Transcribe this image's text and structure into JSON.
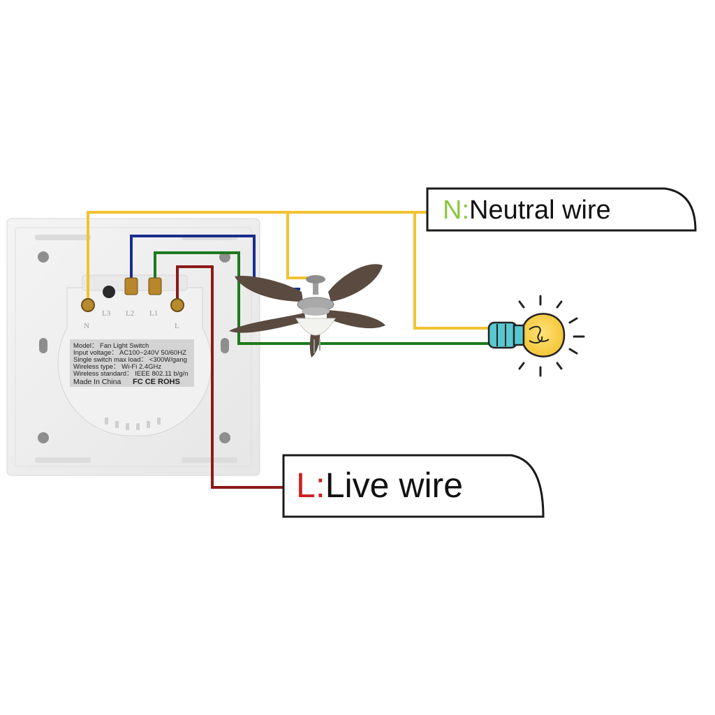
{
  "switch": {
    "terminals": {
      "n": "N",
      "l3": "L3",
      "l2": "L2",
      "l1": "L1",
      "l": "L"
    },
    "spec_lines": [
      "Model： Fan Light Switch",
      "Input voltage： AC100~240V  50/60HZ",
      "Single switch max load： <300W/gang",
      "Wireless type： Wi-Fi 2.4GHz",
      "Wireless standard： IEEE 802.11 b/g/n"
    ],
    "made_in": "Made In China",
    "certs": "FC CE ROHS"
  },
  "labels": {
    "neutral": {
      "letter": "N",
      "sep": ":",
      "text": "Neutral wire"
    },
    "live": {
      "letter": "L",
      "sep": ":",
      "text": "Live wire"
    }
  },
  "colors": {
    "neutral_wire": "#f2c230",
    "l2_wire": "#1c2d8c",
    "l1_wire": "#1d7a1d",
    "live_wire": "#8c1a1a",
    "neutral_letter": "#8cc63f",
    "live_letter": "#cc1f1f"
  },
  "icons": [
    "ceiling-fan-icon",
    "light-bulb-icon"
  ]
}
